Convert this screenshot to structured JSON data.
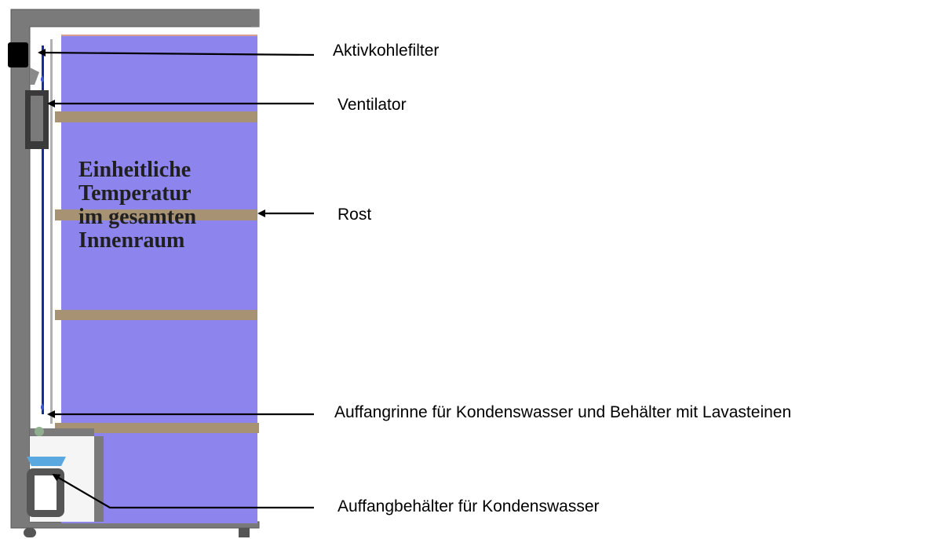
{
  "diagram": {
    "colors": {
      "cabinet_wall": "#7a7a7a",
      "interior": "#8d84ee",
      "shelf": "#a89274",
      "filter": "#000000",
      "duct": "#1a2c9c",
      "background": "#ffffff"
    },
    "center_label": {
      "lines": [
        "Einheitliche",
        "Temperatur",
        "im gesamten",
        "Innenraum"
      ]
    },
    "callouts": [
      {
        "id": "activated-carbon-filter",
        "text": "Aktivkohlefilter"
      },
      {
        "id": "fan",
        "text": "Ventilator"
      },
      {
        "id": "rack",
        "text": "Rost"
      },
      {
        "id": "condensate-gutter",
        "text": "Auffangrinne für Kondenswasser und Behälter mit Lavasteinen"
      },
      {
        "id": "condensate-container",
        "text": "Auffangbehälter für Kondenswasser"
      }
    ]
  }
}
